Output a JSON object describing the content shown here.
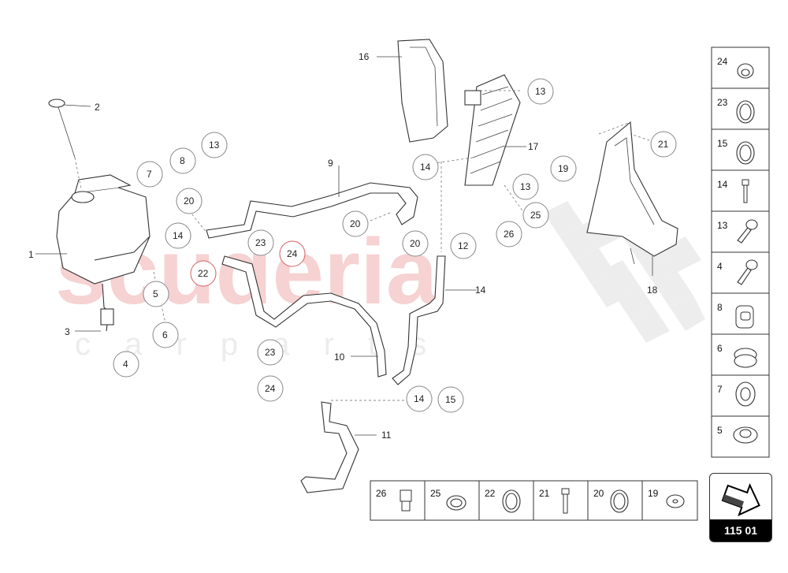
{
  "watermark": {
    "brand": "scuderia",
    "sub": "c a r   p a r t s",
    "color": "#f2b8b8"
  },
  "callouts": [
    {
      "n": "1",
      "type": "label"
    },
    {
      "n": "2",
      "type": "label"
    },
    {
      "n": "3",
      "type": "label"
    },
    {
      "n": "4",
      "type": "circle"
    },
    {
      "n": "5",
      "type": "circle"
    },
    {
      "n": "6",
      "type": "circle"
    },
    {
      "n": "7",
      "type": "circle"
    },
    {
      "n": "8",
      "type": "circle"
    },
    {
      "n": "13",
      "type": "circle"
    },
    {
      "n": "20",
      "type": "circle"
    },
    {
      "n": "14",
      "type": "circle"
    },
    {
      "n": "22",
      "type": "circle"
    },
    {
      "n": "23",
      "type": "circle"
    },
    {
      "n": "24",
      "type": "circle"
    },
    {
      "n": "9",
      "type": "label"
    },
    {
      "n": "20",
      "type": "circle"
    },
    {
      "n": "23",
      "type": "circle"
    },
    {
      "n": "24",
      "type": "circle"
    },
    {
      "n": "10",
      "type": "label"
    },
    {
      "n": "11",
      "type": "label"
    },
    {
      "n": "14",
      "type": "circle"
    },
    {
      "n": "15",
      "type": "circle"
    },
    {
      "n": "16",
      "type": "label"
    },
    {
      "n": "13",
      "type": "circle"
    },
    {
      "n": "17",
      "type": "label"
    },
    {
      "n": "14",
      "type": "circle"
    },
    {
      "n": "19",
      "type": "circle"
    },
    {
      "n": "13",
      "type": "circle"
    },
    {
      "n": "25",
      "type": "circle"
    },
    {
      "n": "26",
      "type": "circle"
    },
    {
      "n": "20",
      "type": "circle"
    },
    {
      "n": "14",
      "type": "circle"
    },
    {
      "n": "12",
      "type": "label"
    },
    {
      "n": "21",
      "type": "circle"
    },
    {
      "n": "18",
      "type": "label"
    }
  ],
  "legend_right": [
    "24",
    "23",
    "15",
    "14",
    "13",
    "4",
    "8",
    "6",
    "7",
    "5"
  ],
  "legend_bottom": [
    "26",
    "25",
    "22",
    "21",
    "20",
    "19"
  ],
  "page": {
    "number": "115 01"
  }
}
